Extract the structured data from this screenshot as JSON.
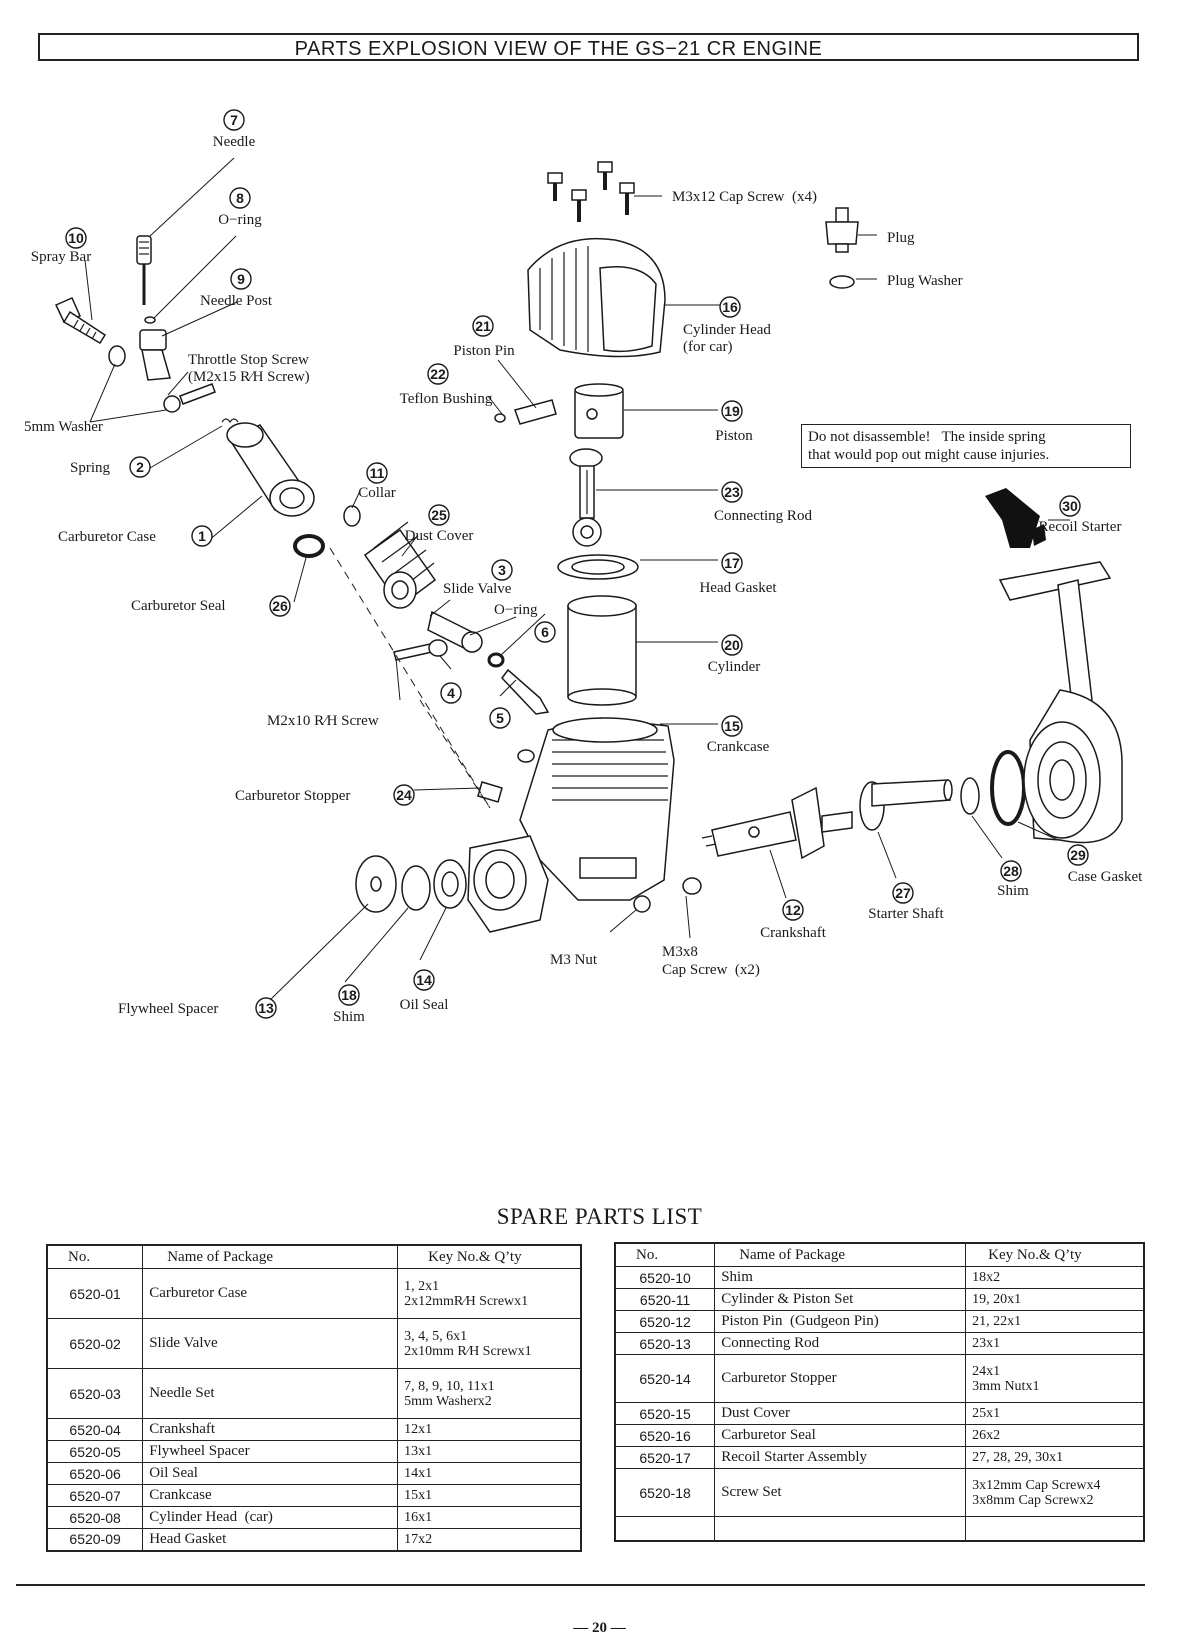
{
  "page_title": "PARTS EXPLOSION VIEW OF THE GS−21 CR ENGINE",
  "callouts": {
    "n7": {
      "num": "7",
      "label": "Needle"
    },
    "n8": {
      "num": "8",
      "label": "O−ring"
    },
    "n9": {
      "num": "9",
      "label": "Needle Post"
    },
    "n10": {
      "num": "10",
      "label": "Spray Bar"
    },
    "throttle_stop": {
      "label1": "Throttle Stop Screw",
      "label2": "(M2x15 R∕H Screw)"
    },
    "washer_5mm": {
      "label": "5mm Washer"
    },
    "n2": {
      "num": "2",
      "label": "Spring"
    },
    "n1": {
      "num": "1",
      "label": "Carburetor Case"
    },
    "n26": {
      "num": "26",
      "label": "Carburetor Seal"
    },
    "n11": {
      "num": "11",
      "label": "Collar"
    },
    "n25": {
      "num": "25",
      "label": "Dust Cover"
    },
    "n3": {
      "num": "3",
      "label": "Slide Valve"
    },
    "n6": {
      "num": "6",
      "label": "O−ring"
    },
    "n4": {
      "num": "4"
    },
    "n5": {
      "num": "5"
    },
    "m2x10": {
      "label": "M2x10 R∕H Screw"
    },
    "n24": {
      "num": "24",
      "label": "Carburetor Stopper"
    },
    "n13": {
      "num": "13",
      "label": "Flywheel Spacer"
    },
    "n18": {
      "num": "18",
      "label": "Shim"
    },
    "n14": {
      "num": "14",
      "label": "Oil Seal"
    },
    "m3nut": {
      "label": "M3 Nut"
    },
    "m3x8": {
      "label1": "M3x8",
      "label2": "Cap Screw  (x2)"
    },
    "cap_screw": {
      "label": "M3x12 Cap Screw  (x4)"
    },
    "plug": {
      "label": "Plug"
    },
    "plug_washer": {
      "label": "Plug Washer"
    },
    "n16": {
      "num": "16",
      "label1": "Cylinder Head",
      "label2": "(for car)"
    },
    "n21": {
      "num": "21",
      "label": "Piston Pin"
    },
    "n22": {
      "num": "22",
      "label": "Teflon Bushing"
    },
    "n19": {
      "num": "19",
      "label": "Piston"
    },
    "n23": {
      "num": "23",
      "label": "Connecting Rod"
    },
    "n17": {
      "num": "17",
      "label": "Head Gasket"
    },
    "n20": {
      "num": "20",
      "label": "Cylinder"
    },
    "n15": {
      "num": "15",
      "label": "Crankcase"
    },
    "n12": {
      "num": "12",
      "label": "Crankshaft"
    },
    "n27": {
      "num": "27",
      "label": "Starter Shaft"
    },
    "n28": {
      "num": "28",
      "label": "Shim"
    },
    "n29": {
      "num": "29",
      "label": "Case Gasket"
    },
    "n30": {
      "num": "30",
      "label": "Recoil Starter"
    }
  },
  "warning": {
    "line1": "Do not disassemble!   The inside spring",
    "line2": "that would pop out might cause injuries."
  },
  "spare_parts": {
    "title": "SPARE PARTS LIST",
    "headers": {
      "no": "No.",
      "name": "Name of Package",
      "key": "Key No.& Q’ty"
    },
    "left": [
      {
        "no": "6520-01",
        "name": "Carburetor Case",
        "key": "1, 2x1\n2x12mmR∕H Screwx1"
      },
      {
        "no": "6520-02",
        "name": "Slide Valve",
        "key": "3, 4, 5, 6x1\n2x10mm R∕H Screwx1"
      },
      {
        "no": "6520-03",
        "name": "Needle Set",
        "key": "7, 8, 9, 10, 11x1\n5mm Washerx2"
      },
      {
        "no": "6520-04",
        "name": "Crankshaft",
        "key": "12x1"
      },
      {
        "no": "6520-05",
        "name": "Flywheel Spacer",
        "key": "13x1"
      },
      {
        "no": "6520-06",
        "name": "Oil Seal",
        "key": "14x1"
      },
      {
        "no": "6520-07",
        "name": "Crankcase",
        "key": "15x1"
      },
      {
        "no": "6520-08",
        "name": "Cylinder Head  (car)",
        "key": "16x1"
      },
      {
        "no": "6520-09",
        "name": "Head Gasket",
        "key": "17x2"
      }
    ],
    "right": [
      {
        "no": "6520-10",
        "name": "Shim",
        "key": "18x2"
      },
      {
        "no": "6520-11",
        "name": "Cylinder & Piston Set",
        "key": "19, 20x1"
      },
      {
        "no": "6520-12",
        "name": "Piston Pin  (Gudgeon Pin)",
        "key": "21, 22x1"
      },
      {
        "no": "6520-13",
        "name": "Connecting Rod",
        "key": "23x1"
      },
      {
        "no": "6520-14",
        "name": "Carburetor Stopper",
        "key": "24x1\n3mm Nutx1"
      },
      {
        "no": "6520-15",
        "name": "Dust Cover",
        "key": "25x1"
      },
      {
        "no": "6520-16",
        "name": "Carburetor Seal",
        "key": "26x2"
      },
      {
        "no": "6520-17",
        "name": "Recoil Starter Assembly",
        "key": "27, 28, 29, 30x1"
      },
      {
        "no": "6520-18",
        "name": "Screw Set",
        "key": "3x12mm Cap Screwx4\n3x8mm Cap Screwx2"
      },
      {
        "no": "",
        "name": "",
        "key": ""
      }
    ]
  },
  "page_number": "— 20 —"
}
